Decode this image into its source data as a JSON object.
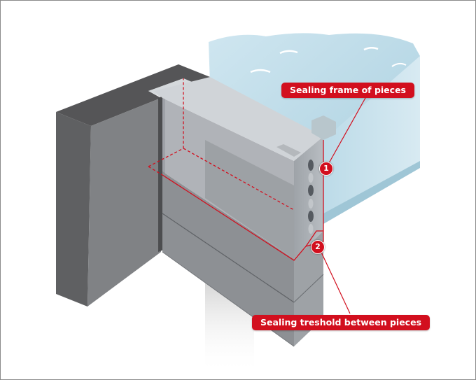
{
  "colors": {
    "accent": "#d20f1e",
    "water": "#b9d8e6",
    "concrete_dark": "#5e5e60",
    "concrete_mid": "#8c8f93",
    "concrete_light": "#c4c8cc"
  },
  "callouts": [
    {
      "number": "1",
      "label": "Sealing frame of pieces"
    },
    {
      "number": "2",
      "label": "Sealing treshold between pieces"
    }
  ]
}
